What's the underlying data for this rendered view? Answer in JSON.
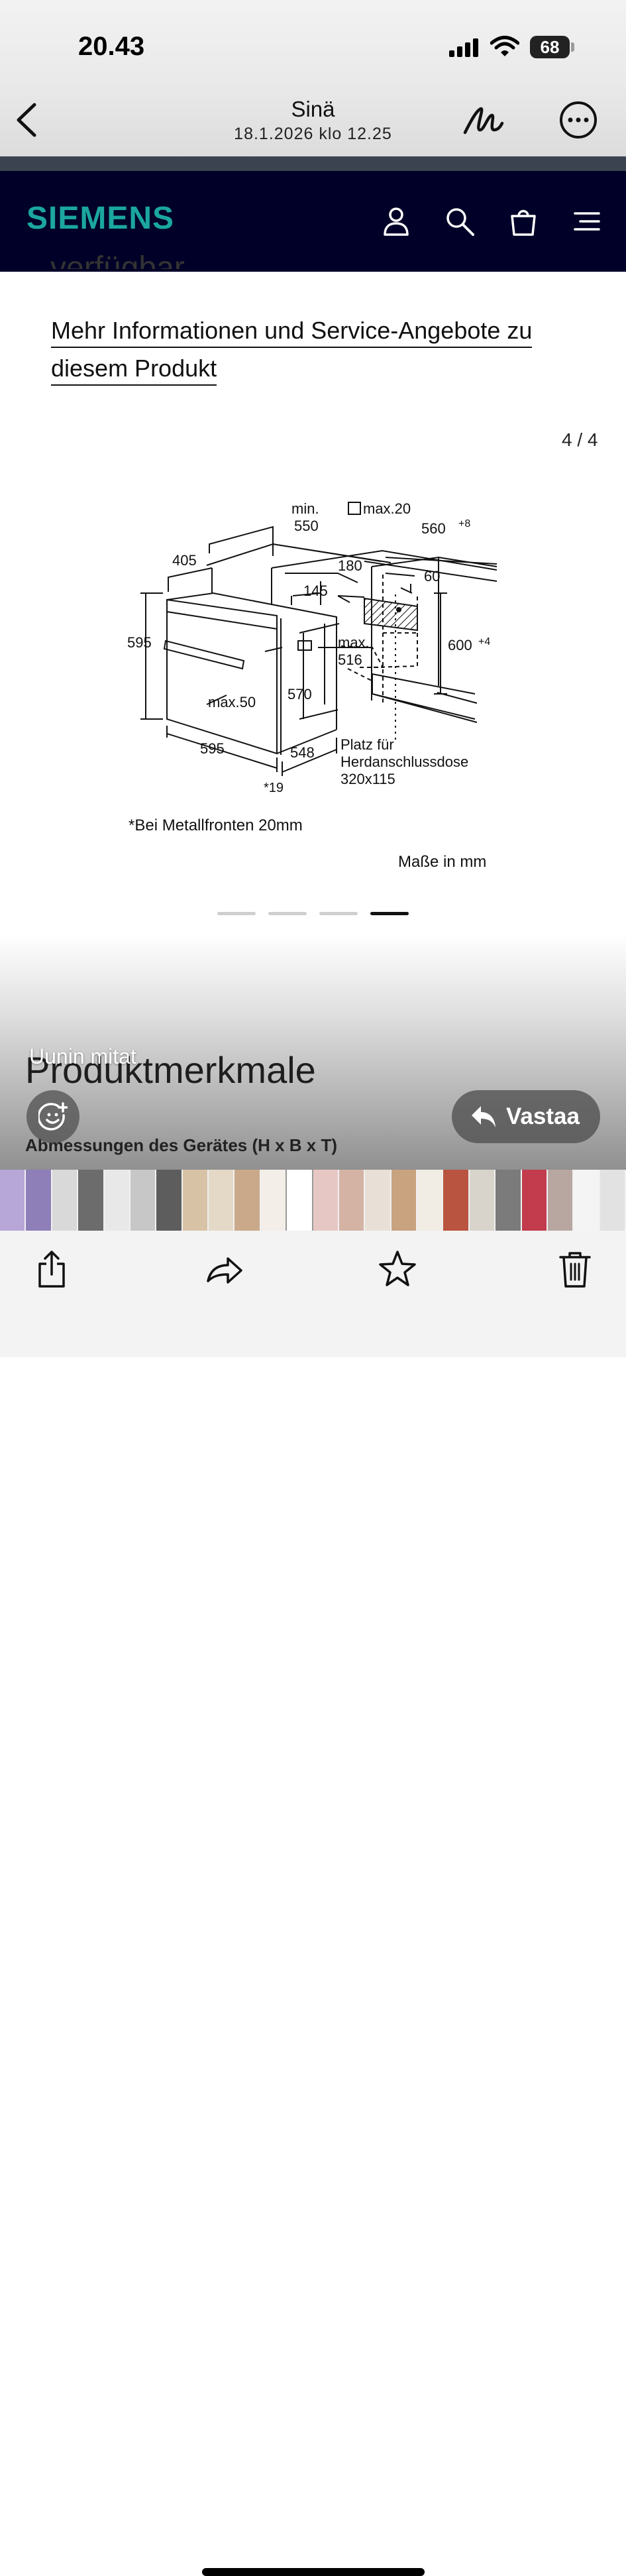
{
  "status_bar": {
    "time": "20.43",
    "battery": "68"
  },
  "header": {
    "sender": "Sinä",
    "date": "18.1.2026 klo 12.25"
  },
  "siemens": {
    "logo": "SIEMENS"
  },
  "page": {
    "cut_heading": "verfügbar",
    "info_link_line1": "Mehr Informationen und Service-Angebote zu",
    "info_link_line2": "diesem Produkt",
    "gallery_counter": "4 / 4",
    "dims_note": "*Bei Metallfronten 20mm",
    "dims_unit": "Maße in mm",
    "gallery_dots": 4,
    "gallery_active": 4
  },
  "diagram_labels": {
    "min": "min.",
    "d550": "550",
    "max20": "max.20",
    "d560": "560",
    "sup8": "+8",
    "d405": "405",
    "d180": "180",
    "d60": "60",
    "d145": "145",
    "d595h": "595",
    "max_label": "max.",
    "d516": "516",
    "d600": "600",
    "sup4": "+4",
    "d570": "570",
    "max50": "max.50",
    "d595w": "595",
    "d548": "548",
    "platz1": "Platz für",
    "platz2": "Herdanschlussdose",
    "platz3": "320x115",
    "d19": "*19"
  },
  "overlay": {
    "section_heading": "Produktmerkmale",
    "caption": "Uunin mitat",
    "sub_heading": "Abmessungen des Gerätes (H x B x T)",
    "reply_label": "Vastaa"
  },
  "thumbnails": [
    "#b7a6d8",
    "#8f7fb8",
    "#d9d9d9",
    "#6c6c6c",
    "#e8e8e8",
    "#c7c7c7",
    "#5d5d5d",
    "#d8c2a6",
    "#e4d8c7",
    "#caa98a",
    "#f3efe8",
    "#ffffff",
    "#e7c7c4",
    "#d4b3a4",
    "#e8e0d6",
    "#c9a27f",
    "#f1ece4",
    "#b95440",
    "#d8d4cc",
    "#7b7b7b",
    "#c23c4e",
    "#b8a7a0",
    "#f4f4f4",
    "#e2e2e2"
  ],
  "colors": {
    "siemens_teal": "#1ba6a0",
    "siemens_nav": "#000028"
  }
}
